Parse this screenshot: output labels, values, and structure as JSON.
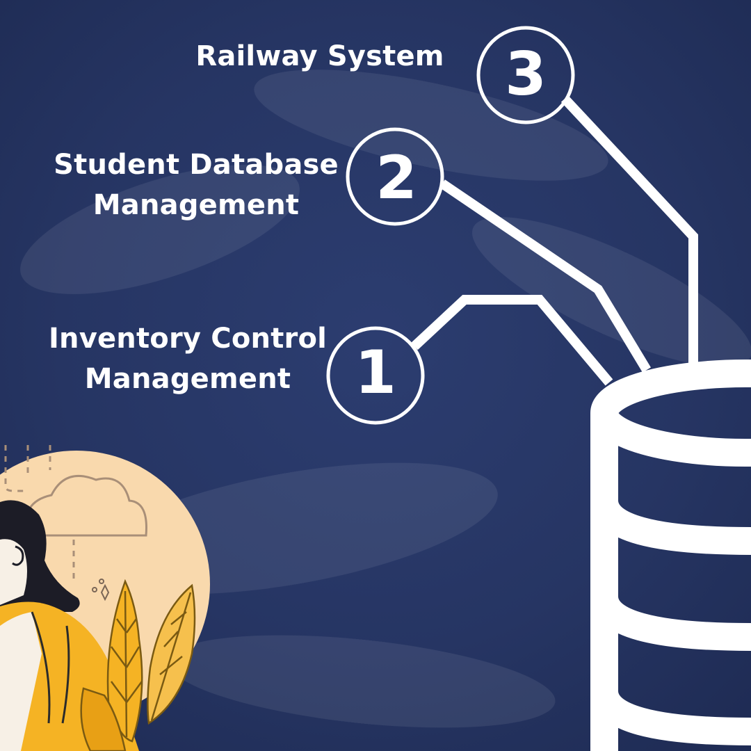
{
  "colors": {
    "background": "#263563",
    "foreground": "#ffffff",
    "illustration_circle": "#f9d9ad",
    "illustration_yellow": "#f5b324",
    "illustration_hair": "#1c1c26"
  },
  "items": [
    {
      "number": "1",
      "label_lines": [
        "Inventory Control",
        "Management"
      ]
    },
    {
      "number": "2",
      "label_lines": [
        "Student Database",
        "Management"
      ]
    },
    {
      "number": "3",
      "label_lines": [
        "Railway System"
      ]
    }
  ],
  "icons": {
    "database": "database-icon",
    "illustration": "woman-with-plants-illustration"
  }
}
